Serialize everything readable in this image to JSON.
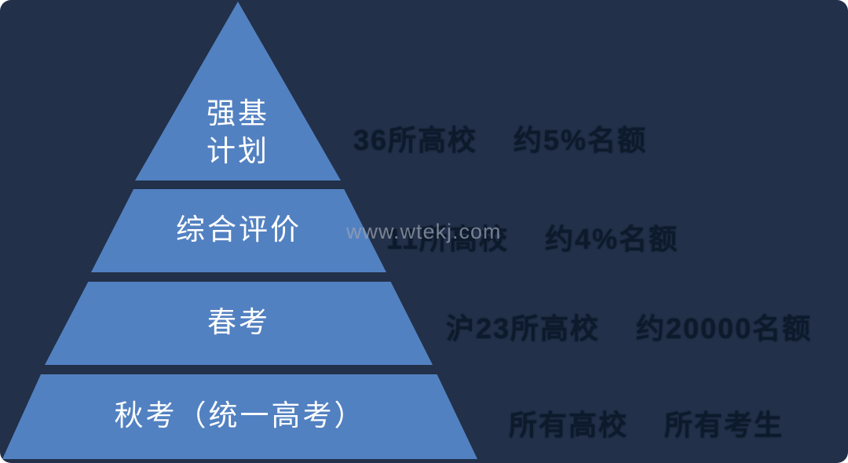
{
  "colors": {
    "background": "#223049",
    "tier_fill": "#5281c1",
    "tier_text": "#ffffff",
    "annotation_text": "#0d1a2c",
    "watermark_text": "#9aa3b2"
  },
  "watermark": "www.wtekj.com",
  "pyramid": {
    "tiers": [
      {
        "label": "强基计划",
        "lines": [
          "强基",
          "计划"
        ],
        "annotation": [
          "36所高校",
          "约5%名额"
        ]
      },
      {
        "label": "综合评价",
        "annotation": [
          "11所高校",
          "约4%名额"
        ]
      },
      {
        "label": "春考",
        "annotation": [
          "沪23所高校",
          "约20000名额"
        ]
      },
      {
        "label": "秋考（统一高考）",
        "annotation": [
          "所有高校",
          "所有考生"
        ]
      }
    ]
  }
}
